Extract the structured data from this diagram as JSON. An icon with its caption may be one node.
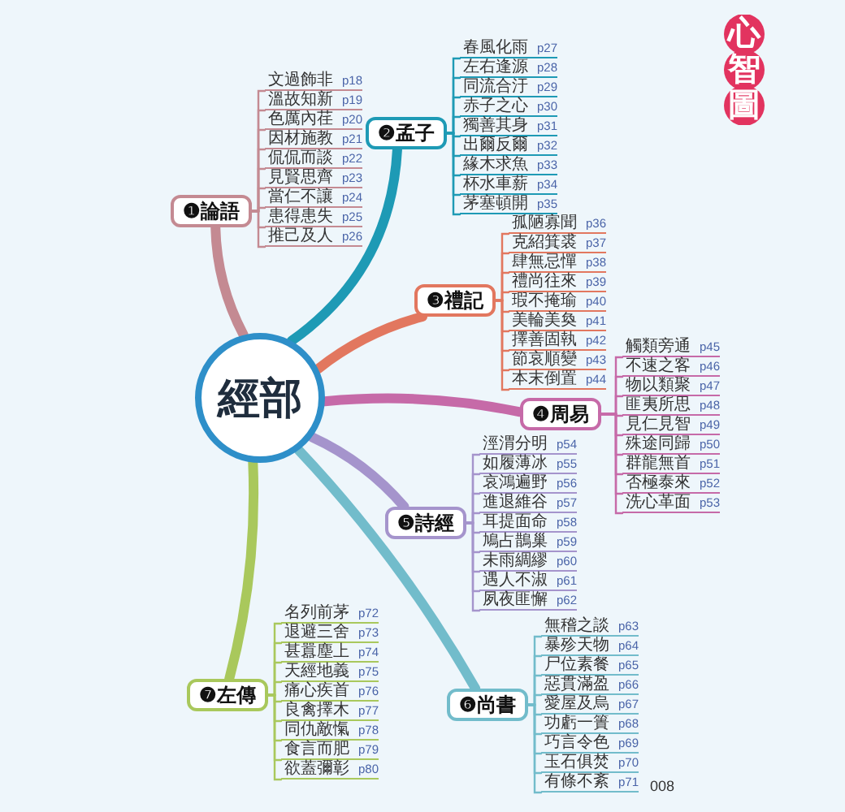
{
  "diagram": {
    "title": "心智圖",
    "nodes": [
      {
        "text": [
          "經部"
        ]
      },
      {
        "text": [
          "❶論語"
        ]
      },
      {
        "text": [
          "文過飾非",
          "p18"
        ]
      },
      {
        "text": [
          "溫故知新",
          "p19"
        ]
      },
      {
        "text": [
          "色厲內荏",
          "p20"
        ]
      },
      {
        "text": [
          "因材施教",
          "p21"
        ]
      },
      {
        "text": [
          "侃侃而談",
          "p22"
        ]
      },
      {
        "text": [
          "見賢思齊",
          "p23"
        ]
      },
      {
        "text": [
          "當仁不讓",
          "p24"
        ]
      },
      {
        "text": [
          "患得患失",
          "p25"
        ]
      },
      {
        "text": [
          "推己及人",
          "p26"
        ]
      },
      {
        "text": [
          "❷孟子"
        ]
      },
      {
        "text": [
          "春風化雨",
          "p27"
        ]
      },
      {
        "text": [
          "左右逢源",
          "p28"
        ]
      },
      {
        "text": [
          "同流合汙",
          "p29"
        ]
      },
      {
        "text": [
          "赤子之心",
          "p30"
        ]
      },
      {
        "text": [
          "獨善其身",
          "p31"
        ]
      },
      {
        "text": [
          "出爾反爾",
          "p32"
        ]
      },
      {
        "text": [
          "緣木求魚",
          "p33"
        ]
      },
      {
        "text": [
          "杯水車薪",
          "p34"
        ]
      },
      {
        "text": [
          "茅塞頓開",
          "p35"
        ]
      },
      {
        "text": [
          "❸禮記"
        ]
      },
      {
        "text": [
          "孤陋寡聞",
          "p36"
        ]
      },
      {
        "text": [
          "克紹箕裘",
          "p37"
        ]
      },
      {
        "text": [
          "肆無忌憚",
          "p38"
        ]
      },
      {
        "text": [
          "禮尚往來",
          "p39"
        ]
      },
      {
        "text": [
          "瑕不掩瑜",
          "p40"
        ]
      },
      {
        "text": [
          "美輪美奐",
          "p41"
        ]
      },
      {
        "text": [
          "擇善固執",
          "p42"
        ]
      },
      {
        "text": [
          "節哀順變",
          "p43"
        ]
      },
      {
        "text": [
          "本末倒置",
          "p44"
        ]
      },
      {
        "text": [
          "❹周易"
        ]
      },
      {
        "text": [
          "觸類旁通",
          "p45"
        ]
      },
      {
        "text": [
          "不速之客",
          "p46"
        ]
      },
      {
        "text": [
          "物以類聚",
          "p47"
        ]
      },
      {
        "text": [
          "匪夷所思",
          "p48"
        ]
      },
      {
        "text": [
          "見仁見智",
          "p49"
        ]
      },
      {
        "text": [
          "殊途同歸",
          "p50"
        ]
      },
      {
        "text": [
          "群龍無首",
          "p51"
        ]
      },
      {
        "text": [
          "否極泰來",
          "p52"
        ]
      },
      {
        "text": [
          "洗心革面",
          "p53"
        ]
      },
      {
        "text": [
          "❺詩經"
        ]
      },
      {
        "text": [
          "涇渭分明",
          "p54"
        ]
      },
      {
        "text": [
          "如履薄冰",
          "p55"
        ]
      },
      {
        "text": [
          "哀鴻遍野",
          "p56"
        ]
      },
      {
        "text": [
          "進退維谷",
          "p57"
        ]
      },
      {
        "text": [
          "耳提面命",
          "p58"
        ]
      },
      {
        "text": [
          "鳩占鵲巢",
          "p59"
        ]
      },
      {
        "text": [
          "未雨綢繆",
          "p60"
        ]
      },
      {
        "text": [
          "遇人不淑",
          "p61"
        ]
      },
      {
        "text": [
          "夙夜匪懈",
          "p62"
        ]
      },
      {
        "text": [
          "❻尚書"
        ]
      },
      {
        "text": [
          "無稽之談",
          "p63"
        ]
      },
      {
        "text": [
          "暴殄天物",
          "p64"
        ]
      },
      {
        "text": [
          "尸位素餐",
          "p65"
        ]
      },
      {
        "text": [
          "惡貫滿盈",
          "p66"
        ]
      },
      {
        "text": [
          "愛屋及烏",
          "p67"
        ]
      },
      {
        "text": [
          "功虧一簣",
          "p68"
        ]
      },
      {
        "text": [
          "巧言令色",
          "p69"
        ]
      },
      {
        "text": [
          "玉石俱焚",
          "p70"
        ]
      },
      {
        "text": [
          "有條不紊",
          "p71"
        ]
      },
      {
        "text": [
          "❼左傳"
        ]
      },
      {
        "text": [
          "名列前茅",
          "p72"
        ]
      },
      {
        "text": [
          "退避三舍",
          "p73"
        ]
      },
      {
        "text": [
          "甚囂塵上",
          "p74"
        ]
      },
      {
        "text": [
          "天經地義",
          "p75"
        ]
      },
      {
        "text": [
          "痛心疾首",
          "p76"
        ]
      },
      {
        "text": [
          "良禽擇木",
          "p77"
        ]
      },
      {
        "text": [
          "同仇敵愾",
          "p78"
        ]
      },
      {
        "text": [
          "食言而肥",
          "p79"
        ]
      },
      {
        "text": [
          "欲蓋彌彰",
          "p80"
        ]
      }
    ],
    "edges": [
      {
        "from": 0,
        "to": 1,
        "arrow": "none",
        "style": "thick",
        "color": "#c48a92"
      },
      {
        "from": 0,
        "to": 11,
        "arrow": "none",
        "style": "thick",
        "color": "#1e9ab5"
      },
      {
        "from": 0,
        "to": 21,
        "arrow": "none",
        "style": "thick",
        "color": "#e2775f"
      },
      {
        "from": 0,
        "to": 31,
        "arrow": "none",
        "style": "thick",
        "color": "#c66aa8"
      },
      {
        "from": 0,
        "to": 41,
        "arrow": "none",
        "style": "thick",
        "color": "#a594cc"
      },
      {
        "from": 0,
        "to": 51,
        "arrow": "none",
        "style": "thick",
        "color": "#72bccb"
      },
      {
        "from": 0,
        "to": 61,
        "arrow": "none",
        "style": "thick",
        "color": "#a9c85c"
      },
      {
        "from": 1,
        "to": 2,
        "arrow": "none",
        "color": "#c48a92"
      },
      {
        "from": 1,
        "to": 3,
        "arrow": "none",
        "color": "#c48a92"
      },
      {
        "from": 1,
        "to": 4,
        "arrow": "none",
        "color": "#c48a92"
      },
      {
        "from": 1,
        "to": 5,
        "arrow": "none",
        "color": "#c48a92"
      },
      {
        "from": 1,
        "to": 6,
        "arrow": "none",
        "color": "#c48a92"
      },
      {
        "from": 1,
        "to": 7,
        "arrow": "none",
        "color": "#c48a92"
      },
      {
        "from": 1,
        "to": 8,
        "arrow": "none",
        "color": "#c48a92"
      },
      {
        "from": 1,
        "to": 9,
        "arrow": "none",
        "color": "#c48a92"
      },
      {
        "from": 1,
        "to": 10,
        "arrow": "none",
        "color": "#c48a92"
      },
      {
        "from": 11,
        "to": 12,
        "arrow": "none",
        "color": "#1e9ab5"
      },
      {
        "from": 11,
        "to": 13,
        "arrow": "none",
        "color": "#1e9ab5"
      },
      {
        "from": 11,
        "to": 14,
        "arrow": "none",
        "color": "#1e9ab5"
      },
      {
        "from": 11,
        "to": 15,
        "arrow": "none",
        "color": "#1e9ab5"
      },
      {
        "from": 11,
        "to": 16,
        "arrow": "none",
        "color": "#1e9ab5"
      },
      {
        "from": 11,
        "to": 17,
        "arrow": "none",
        "color": "#1e9ab5"
      },
      {
        "from": 11,
        "to": 18,
        "arrow": "none",
        "color": "#1e9ab5"
      },
      {
        "from": 11,
        "to": 19,
        "arrow": "none",
        "color": "#1e9ab5"
      },
      {
        "from": 11,
        "to": 20,
        "arrow": "none",
        "color": "#1e9ab5"
      },
      {
        "from": 21,
        "to": 22,
        "arrow": "none",
        "color": "#e2775f"
      },
      {
        "from": 21,
        "to": 23,
        "arrow": "none",
        "color": "#e2775f"
      },
      {
        "from": 21,
        "to": 24,
        "arrow": "none",
        "color": "#e2775f"
      },
      {
        "from": 21,
        "to": 25,
        "arrow": "none",
        "color": "#e2775f"
      },
      {
        "from": 21,
        "to": 26,
        "arrow": "none",
        "color": "#e2775f"
      },
      {
        "from": 21,
        "to": 27,
        "arrow": "none",
        "color": "#e2775f"
      },
      {
        "from": 21,
        "to": 28,
        "arrow": "none",
        "color": "#e2775f"
      },
      {
        "from": 21,
        "to": 29,
        "arrow": "none",
        "color": "#e2775f"
      },
      {
        "from": 21,
        "to": 30,
        "arrow": "none",
        "color": "#e2775f"
      },
      {
        "from": 31,
        "to": 32,
        "arrow": "none",
        "color": "#c66aa8"
      },
      {
        "from": 31,
        "to": 33,
        "arrow": "none",
        "color": "#c66aa8"
      },
      {
        "from": 31,
        "to": 34,
        "arrow": "none",
        "color": "#c66aa8"
      },
      {
        "from": 31,
        "to": 35,
        "arrow": "none",
        "color": "#c66aa8"
      },
      {
        "from": 31,
        "to": 36,
        "arrow": "none",
        "color": "#c66aa8"
      },
      {
        "from": 31,
        "to": 37,
        "arrow": "none",
        "color": "#c66aa8"
      },
      {
        "from": 31,
        "to": 38,
        "arrow": "none",
        "color": "#c66aa8"
      },
      {
        "from": 31,
        "to": 39,
        "arrow": "none",
        "color": "#c66aa8"
      },
      {
        "from": 31,
        "to": 40,
        "arrow": "none",
        "color": "#c66aa8"
      },
      {
        "from": 41,
        "to": 42,
        "arrow": "none",
        "color": "#a594cc"
      },
      {
        "from": 41,
        "to": 43,
        "arrow": "none",
        "color": "#a594cc"
      },
      {
        "from": 41,
        "to": 44,
        "arrow": "none",
        "color": "#a594cc"
      },
      {
        "from": 41,
        "to": 45,
        "arrow": "none",
        "color": "#a594cc"
      },
      {
        "from": 41,
        "to": 46,
        "arrow": "none",
        "color": "#a594cc"
      },
      {
        "from": 41,
        "to": 47,
        "arrow": "none",
        "color": "#a594cc"
      },
      {
        "from": 41,
        "to": 48,
        "arrow": "none",
        "color": "#a594cc"
      },
      {
        "from": 41,
        "to": 49,
        "arrow": "none",
        "color": "#a594cc"
      },
      {
        "from": 41,
        "to": 50,
        "arrow": "none",
        "color": "#a594cc"
      },
      {
        "from": 51,
        "to": 52,
        "arrow": "none",
        "color": "#72bccb"
      },
      {
        "from": 51,
        "to": 53,
        "arrow": "none",
        "color": "#72bccb"
      },
      {
        "from": 51,
        "to": 54,
        "arrow": "none",
        "color": "#72bccb"
      },
      {
        "from": 51,
        "to": 55,
        "arrow": "none",
        "color": "#72bccb"
      },
      {
        "from": 51,
        "to": 56,
        "arrow": "none",
        "color": "#72bccb"
      },
      {
        "from": 51,
        "to": 57,
        "arrow": "none",
        "color": "#72bccb"
      },
      {
        "from": 51,
        "to": 58,
        "arrow": "none",
        "color": "#72bccb"
      },
      {
        "from": 51,
        "to": 59,
        "arrow": "none",
        "color": "#72bccb"
      },
      {
        "from": 51,
        "to": 60,
        "arrow": "none",
        "color": "#72bccb"
      },
      {
        "from": 61,
        "to": 62,
        "arrow": "none",
        "color": "#a9c85c"
      },
      {
        "from": 61,
        "to": 63,
        "arrow": "none",
        "color": "#a9c85c"
      },
      {
        "from": 61,
        "to": 64,
        "arrow": "none",
        "color": "#a9c85c"
      },
      {
        "from": 61,
        "to": 65,
        "arrow": "none",
        "color": "#a9c85c"
      },
      {
        "from": 61,
        "to": 66,
        "arrow": "none",
        "color": "#a9c85c"
      },
      {
        "from": 61,
        "to": 67,
        "arrow": "none",
        "color": "#a9c85c"
      },
      {
        "from": 61,
        "to": 68,
        "arrow": "none",
        "color": "#a9c85c"
      },
      {
        "from": 61,
        "to": 69,
        "arrow": "none",
        "color": "#a9c85c"
      },
      {
        "from": 61,
        "to": 70,
        "arrow": "none",
        "color": "#a9c85c"
      }
    ],
    "labels": [
      "008"
    ]
  }
}
